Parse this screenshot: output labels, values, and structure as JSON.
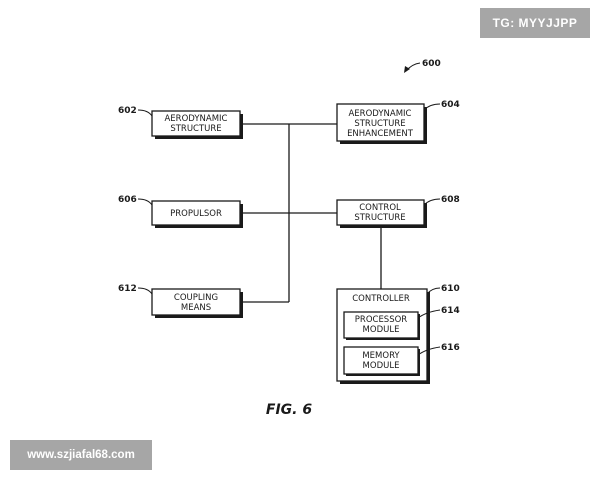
{
  "figure_label": "FIG. 6",
  "overall_ref": "600",
  "blocks": {
    "aero_structure": {
      "ref": "602",
      "lines": [
        "AERODYNAMIC",
        "STRUCTURE"
      ]
    },
    "aero_enhancement": {
      "ref": "604",
      "lines": [
        "AERODYNAMIC",
        "STRUCTURE",
        "ENHANCEMENT"
      ]
    },
    "propulsor": {
      "ref": "606",
      "lines": [
        "PROPULSOR"
      ]
    },
    "control_structure": {
      "ref": "608",
      "lines": [
        "CONTROL",
        "STRUCTURE"
      ]
    },
    "controller": {
      "ref": "610",
      "lines": [
        "CONTROLLER"
      ]
    },
    "coupling_means": {
      "ref": "612",
      "lines": [
        "COUPLING",
        "MEANS"
      ]
    },
    "processor_module": {
      "ref": "614",
      "lines": [
        "PROCESSOR",
        "MODULE"
      ]
    },
    "memory_module": {
      "ref": "616",
      "lines": [
        "MEMORY",
        "MODULE"
      ]
    }
  },
  "watermarks": {
    "top_right": "TG: MYYJJPP",
    "bottom_left": "www.szjiafal68.com"
  },
  "colors": {
    "ink": "#1a1a1a",
    "badge": "#a6a6a6",
    "badge_text": "#ffffff"
  }
}
